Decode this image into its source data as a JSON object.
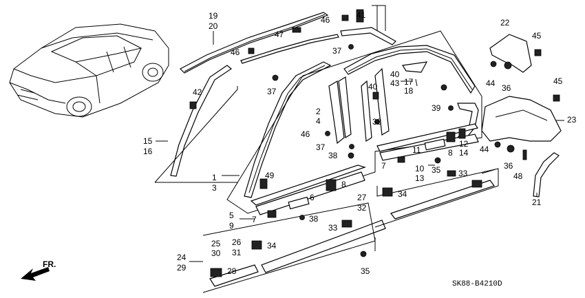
{
  "diagram_code": "SK88-B4210D",
  "direction_label": "FR.",
  "callouts": {
    "c19": "19",
    "c20": "20",
    "c46a": "46",
    "c41": "41",
    "c47": "47",
    "c46b": "46",
    "c37a": "37",
    "c22": "22",
    "c45a": "45",
    "c42": "42",
    "c37b": "37",
    "c40a": "40",
    "c43": "43",
    "c40b": "40",
    "c17": "17",
    "c18": "18",
    "c44a": "44",
    "c36a": "36",
    "c45b": "45",
    "c2": "2",
    "c4": "4",
    "c39": "39",
    "c23": "23",
    "c15": "15",
    "c16": "16",
    "c46c": "46",
    "c38a": "38",
    "c11": "11",
    "c8a": "8",
    "c12": "12",
    "c14": "14",
    "c37c": "37",
    "c38b": "38",
    "c7a": "7",
    "c10": "10",
    "c13": "13",
    "c35a": "35",
    "c33a": "33",
    "c44b": "44",
    "c36b": "36",
    "c48": "48",
    "c49": "49",
    "c1": "1",
    "c3": "3",
    "c8b": "8",
    "c27": "27",
    "c32": "32",
    "c34a": "34",
    "c6": "6",
    "c21": "21",
    "c5": "5",
    "c9": "9",
    "c7b": "7",
    "c38c": "38",
    "c33b": "33",
    "c26": "26",
    "c31": "31",
    "c34b": "34",
    "c25": "25",
    "c30": "30",
    "c24": "24",
    "c29": "29",
    "c28": "28",
    "c35b": "35"
  }
}
